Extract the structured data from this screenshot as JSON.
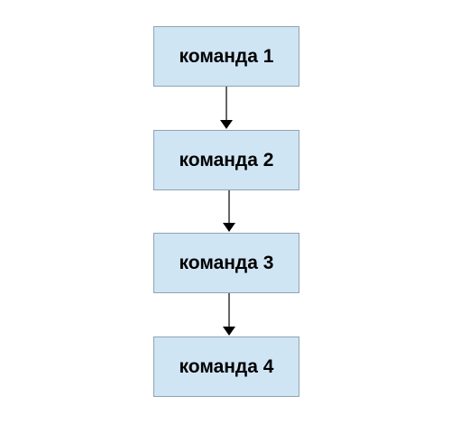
{
  "diagram": {
    "type": "flowchart",
    "colors": {
      "box_fill": "#d0e5f4",
      "box_border": "#8ea3b4",
      "arrow": "#000000",
      "text": "#000000"
    },
    "nodes": [
      {
        "id": "n1",
        "label": "команда 1"
      },
      {
        "id": "n2",
        "label": "команда 2"
      },
      {
        "id": "n3",
        "label": "команда 3"
      },
      {
        "id": "n4",
        "label": "команда 4"
      }
    ],
    "edges": [
      {
        "from": "n1",
        "to": "n2"
      },
      {
        "from": "n2",
        "to": "n3"
      },
      {
        "from": "n3",
        "to": "n4"
      }
    ]
  }
}
